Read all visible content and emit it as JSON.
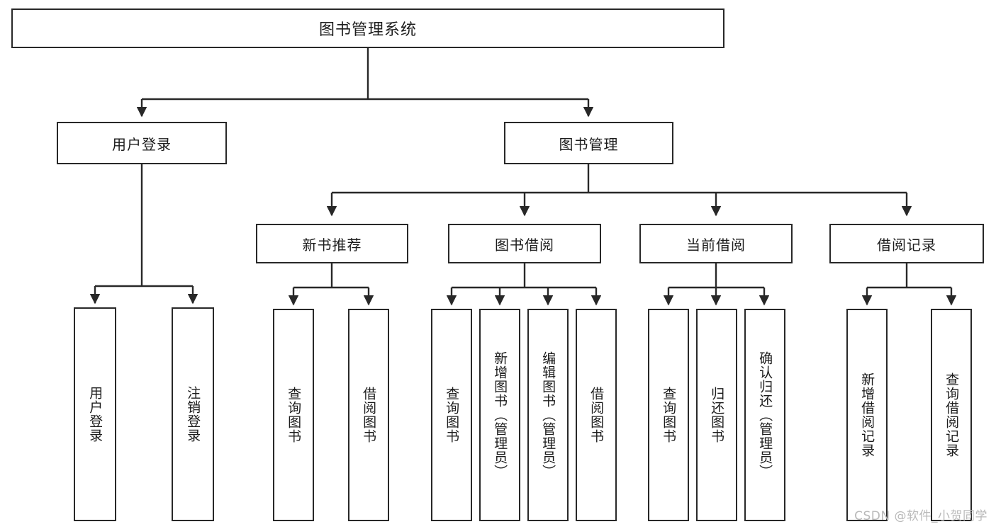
{
  "diagram": {
    "title_node": {
      "label": "图书管理系统"
    },
    "watermark": "CSDN @软件_小贺同学",
    "colors": {
      "stroke": "#282828",
      "fill": "#ffffff",
      "text": "#1c1c1c",
      "watermark": "#b9b9b9"
    },
    "level1": [
      {
        "label": "用户登录"
      },
      {
        "label": "图书管理"
      }
    ],
    "level2": [
      {
        "label": "新书推荐"
      },
      {
        "label": "图书借阅"
      },
      {
        "label": "当前借阅"
      },
      {
        "label": "借阅记录"
      }
    ],
    "leaves": [
      {
        "label": "用户登录"
      },
      {
        "label": "注销登录"
      },
      {
        "label": "查询图书"
      },
      {
        "label": "借阅图书"
      },
      {
        "label": "查询图书"
      },
      {
        "label": "新增图书（管理员）"
      },
      {
        "label": "编辑图书（管理员）"
      },
      {
        "label": "借阅图书"
      },
      {
        "label": "查询图书"
      },
      {
        "label": "归还图书"
      },
      {
        "label": "确认归还（管理员）"
      },
      {
        "label": "新增借阅记录"
      },
      {
        "label": "查询借阅记录"
      }
    ]
  }
}
